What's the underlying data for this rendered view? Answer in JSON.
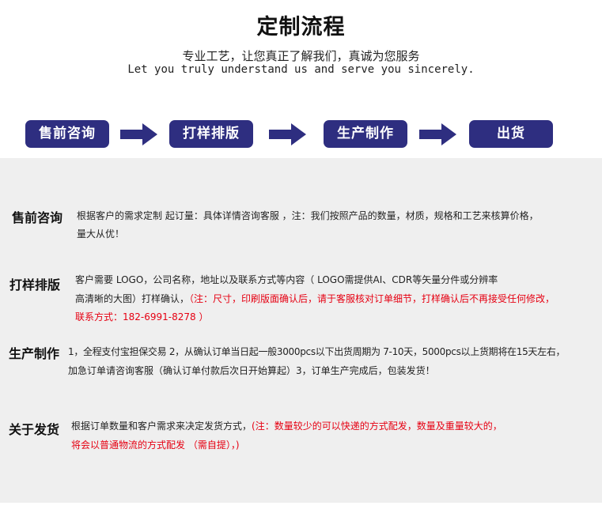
{
  "header": {
    "title": "定制流程",
    "subtitle_cn": "专业工艺，让您真正了解我们，真诚为您服务",
    "subtitle_en": "Let you truly understand us and serve you sincerely."
  },
  "flow": {
    "steps": [
      "售前咨询",
      "打样排版",
      "生产制作",
      "出货"
    ],
    "color": "#2e2e80"
  },
  "sections": {
    "presale": {
      "label": "售前咨询",
      "line1": "根据客户的需求定制 起订量：具体详情咨询客服 ，注：我们按照产品的数量，材质，规格和工艺来核算价格，",
      "line2": "量大从优！"
    },
    "proof": {
      "label": "打样排版",
      "line1": "客户需要 LOGO，公司名称，地址以及联系方式等内容（ LOGO需提供AI、CDR等矢量分件或分辨率",
      "line2_black": "高清晰的大图）打样确认，",
      "line2_red": "（注：尺寸，印刷版面确认后，请于客服核对订单细节，打样确认后不再接受任何修改，",
      "line3_red": "联系方式：182-6991-8278 ）"
    },
    "production": {
      "label": "生产制作",
      "line1": "1，全程支付宝担保交易 2，从确认订单当日起一般3000pcs以下出货周期为 7-10天，5000pcs以上货期将在15天左右，",
      "line2": "加急订单请咨询客服（确认订单付款后次日开始算起）3，订单生产完成后，包装发货！"
    },
    "shipping": {
      "label": "关于发货",
      "line1_black": "根据订单数量和客户需求来决定发货方式，",
      "line1_red": "(注：数量较少的可以快递的方式配发，数量及重量较大的，",
      "line2_red": "将会以普通物流的方式配发 （需自提），)"
    }
  },
  "colors": {
    "accent": "#2e2e80",
    "highlight": "#e60012",
    "panel_bg": "#efefef"
  }
}
